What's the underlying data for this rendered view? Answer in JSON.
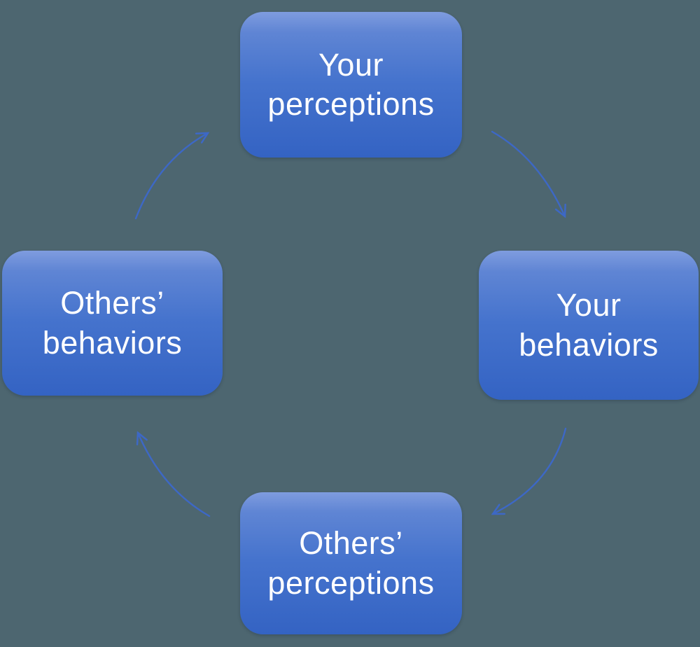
{
  "diagram": {
    "type": "cycle",
    "direction": "clockwise",
    "nodes": [
      {
        "id": "your-perceptions",
        "line1": "Your",
        "line2": "perceptions",
        "position": "top"
      },
      {
        "id": "your-behaviors",
        "line1": "Your",
        "line2": "behaviors",
        "position": "right"
      },
      {
        "id": "others-perceptions",
        "line1": "Others’",
        "line2": "perceptions",
        "position": "bottom"
      },
      {
        "id": "others-behaviors",
        "line1": "Others’",
        "line2": "behaviors",
        "position": "left"
      }
    ],
    "edges": [
      {
        "from": "your-perceptions",
        "to": "your-behaviors"
      },
      {
        "from": "your-behaviors",
        "to": "others-perceptions"
      },
      {
        "from": "others-perceptions",
        "to": "others-behaviors"
      },
      {
        "from": "others-behaviors",
        "to": "your-perceptions"
      }
    ]
  },
  "colors": {
    "background": "#4d6670",
    "node_gradient_top": "#7f9cdf",
    "node_gradient_upper": "#5f85d4",
    "node_gradient_mid": "#4573cd",
    "node_gradient_bottom": "#3463c3",
    "node_text": "#ffffff",
    "arrow": "#3d68c6"
  }
}
